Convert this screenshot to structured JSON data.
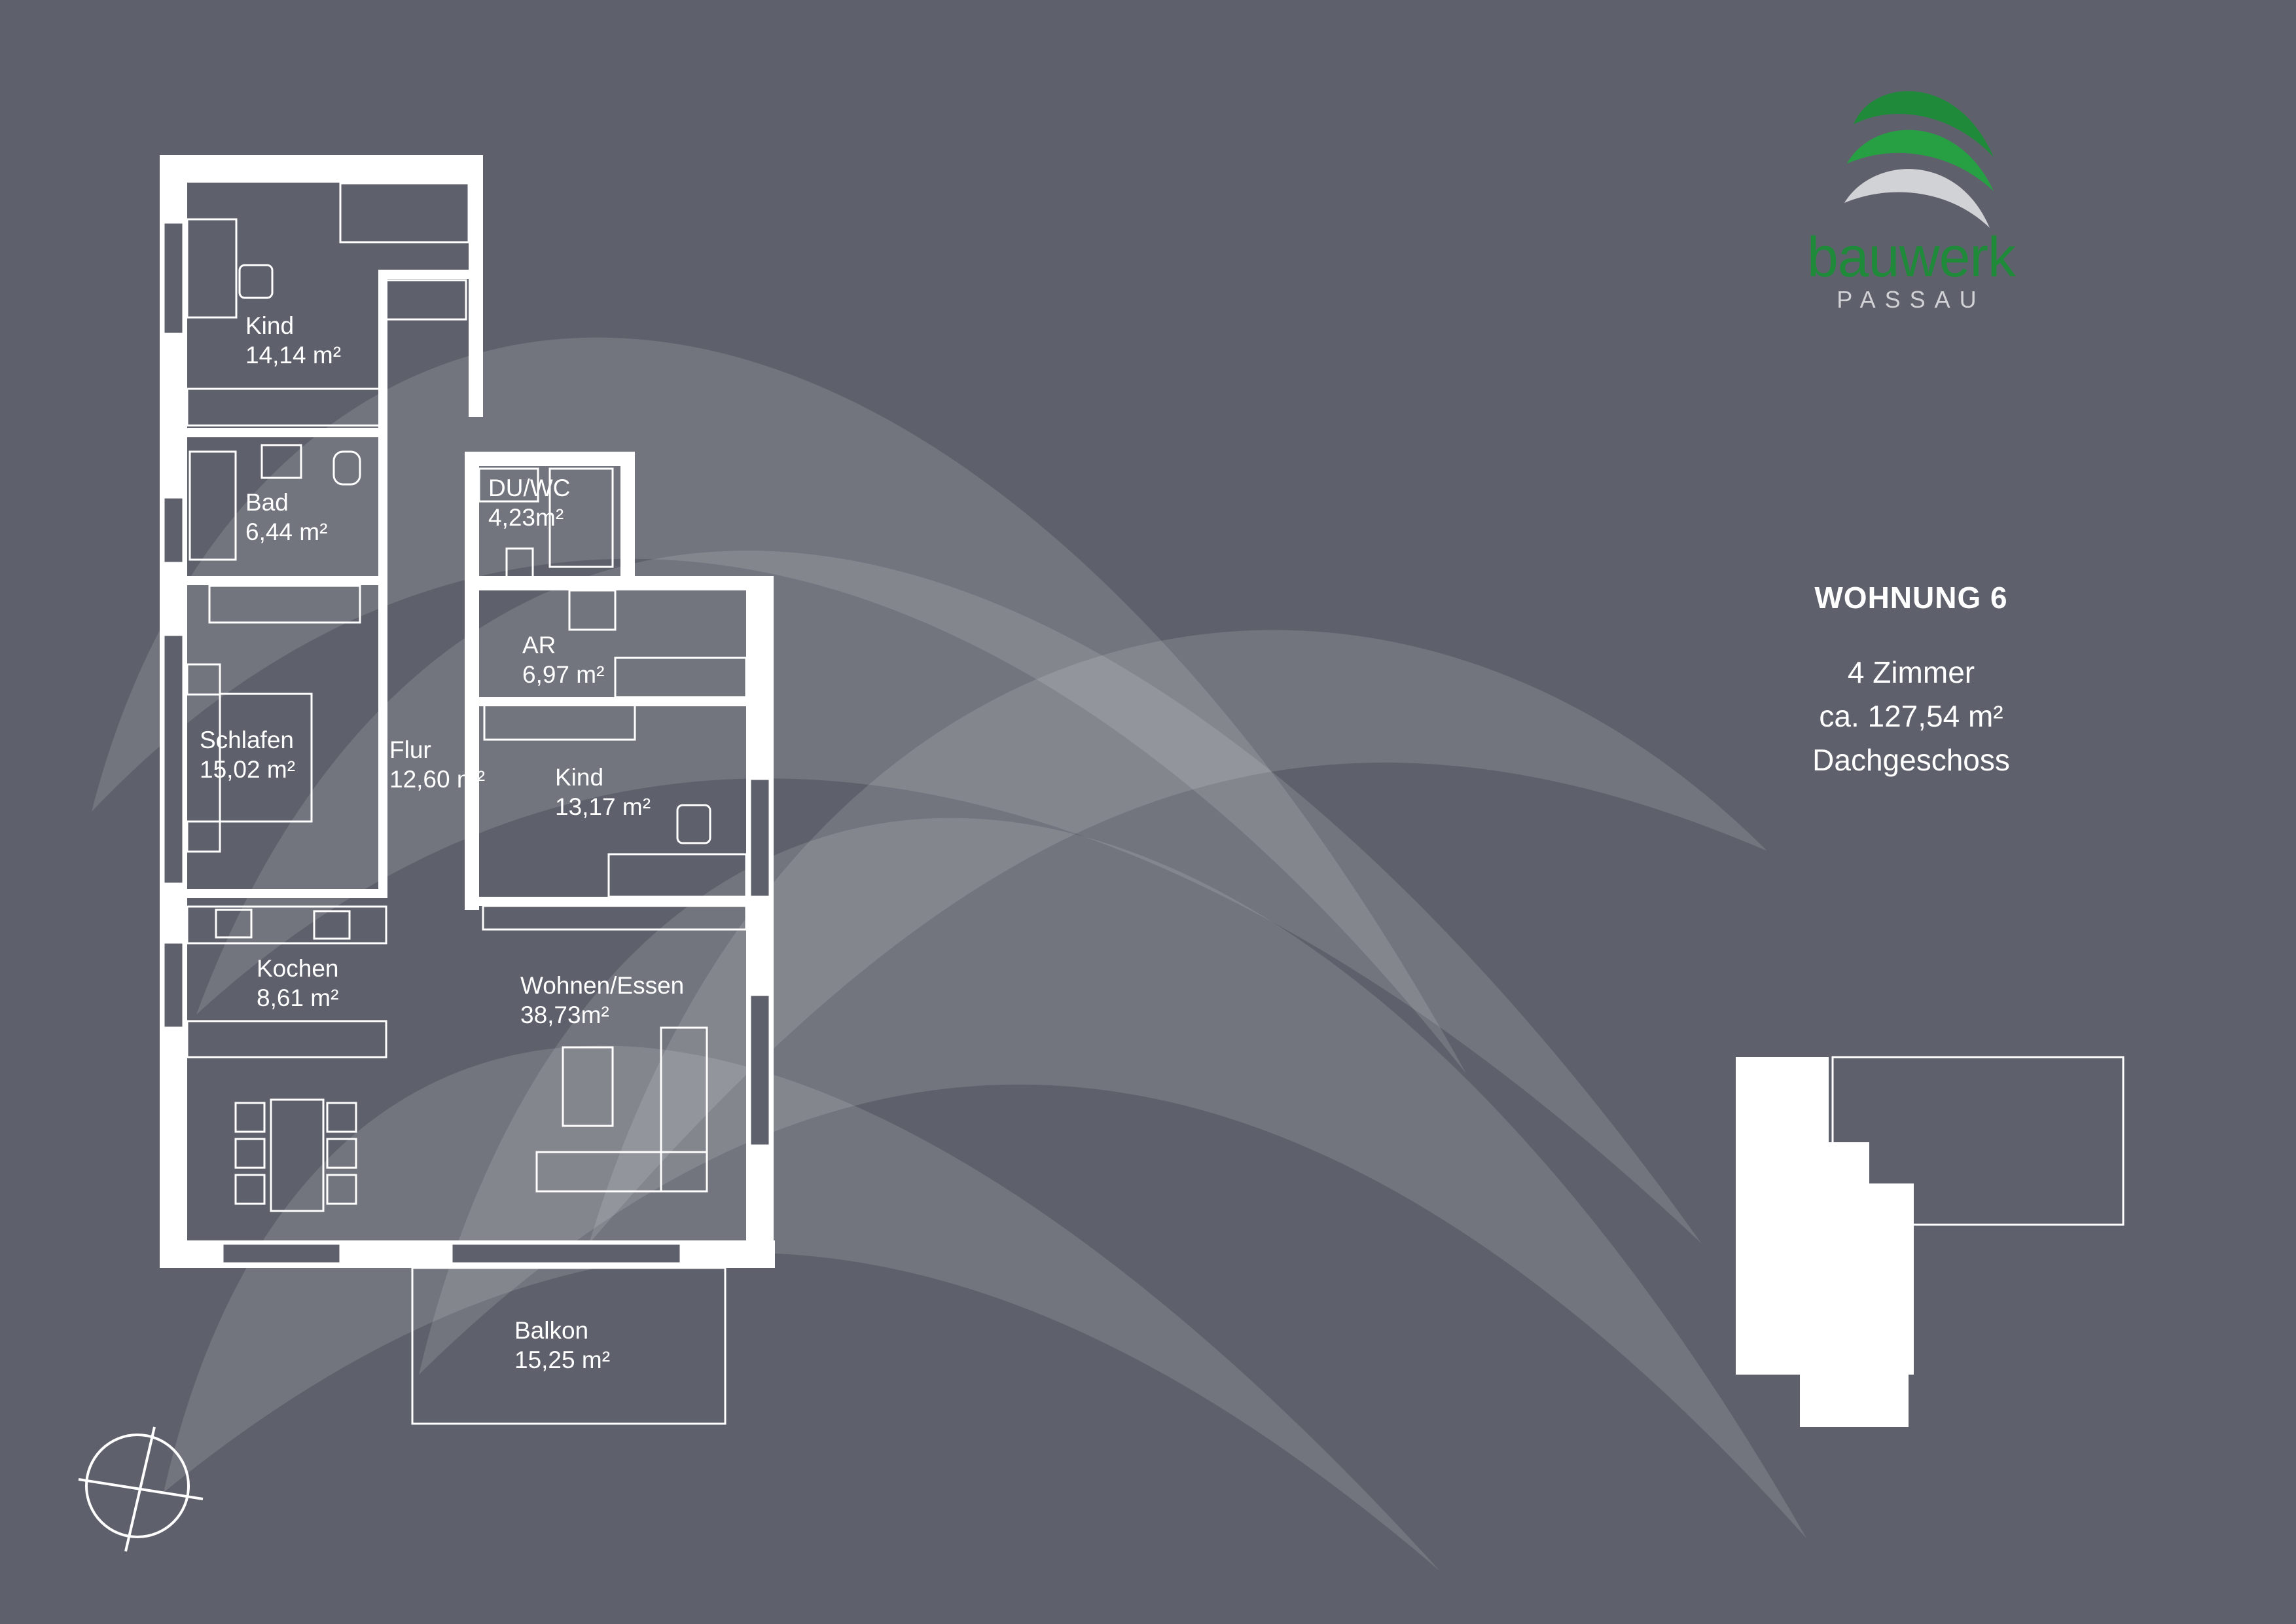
{
  "apartment": {
    "title": "WOHNUNG 6",
    "rooms": "4 Zimmer",
    "area": "ca. 127,54 m²",
    "floor": "Dachgeschoss"
  },
  "logo": {
    "name": "bauwerk",
    "city": "PASSAU",
    "colors": {
      "green": "#1f8a3a",
      "grey": "#d0d2d6"
    }
  },
  "rooms": [
    {
      "name": "Kind",
      "area": "14,14 m²"
    },
    {
      "name": "Bad",
      "area": "6,44 m²"
    },
    {
      "name": "DU/WC",
      "area": "4,23m²"
    },
    {
      "name": "AR",
      "area": "6,97 m²"
    },
    {
      "name": "Schlafen",
      "area": "15,02 m²"
    },
    {
      "name": "Flur",
      "area": "12,60 m²"
    },
    {
      "name": "Kind",
      "area": "13,17 m²"
    },
    {
      "name": "Kochen",
      "area": "8,61 m²"
    },
    {
      "name": "Wohnen/Essen",
      "area": "38,73m²"
    },
    {
      "name": "Balkon",
      "area": "15,25 m²"
    }
  ],
  "colors": {
    "background": "#5e616b",
    "walls": "#ffffff"
  }
}
